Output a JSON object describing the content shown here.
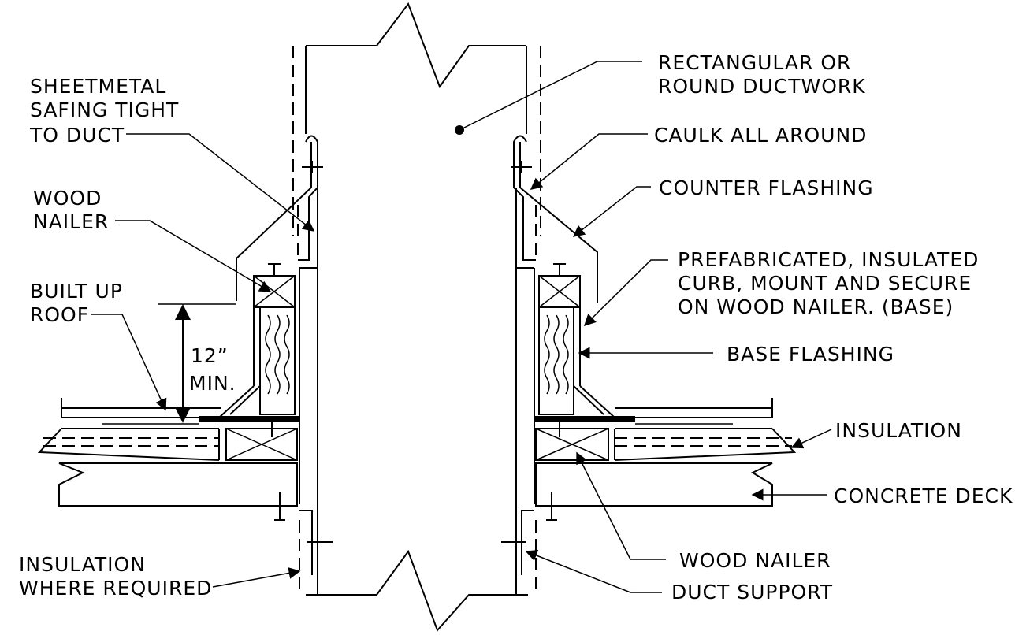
{
  "labels": {
    "ductwork": [
      "RECTANGULAR OR",
      "ROUND DUCTWORK"
    ],
    "safing": [
      "SHEETMETAL",
      "SAFING TIGHT",
      "TO DUCT"
    ],
    "wood_nailer_left": [
      "WOOD",
      "NAILER"
    ],
    "built_up_roof": [
      "BUILT UP",
      "ROOF"
    ],
    "dimension": [
      "12”",
      "MIN."
    ],
    "caulk": "CAULK ALL AROUND",
    "counter_flashing": "COUNTER FLASHING",
    "curb": [
      "PREFABRICATED, INSULATED",
      "CURB, MOUNT AND SECURE",
      "ON WOOD NAILER. (BASE)"
    ],
    "base_flashing": "BASE FLASHING",
    "insulation": "INSULATION",
    "concrete_deck": "CONCRETE DECK",
    "insulation_where_required": [
      "INSULATION",
      "WHERE REQUIRED"
    ],
    "wood_nailer_bottom": "WOOD NAILER",
    "duct_support": "DUCT SUPPORT"
  },
  "colors": {
    "line": "#000000",
    "background": "#ffffff"
  }
}
